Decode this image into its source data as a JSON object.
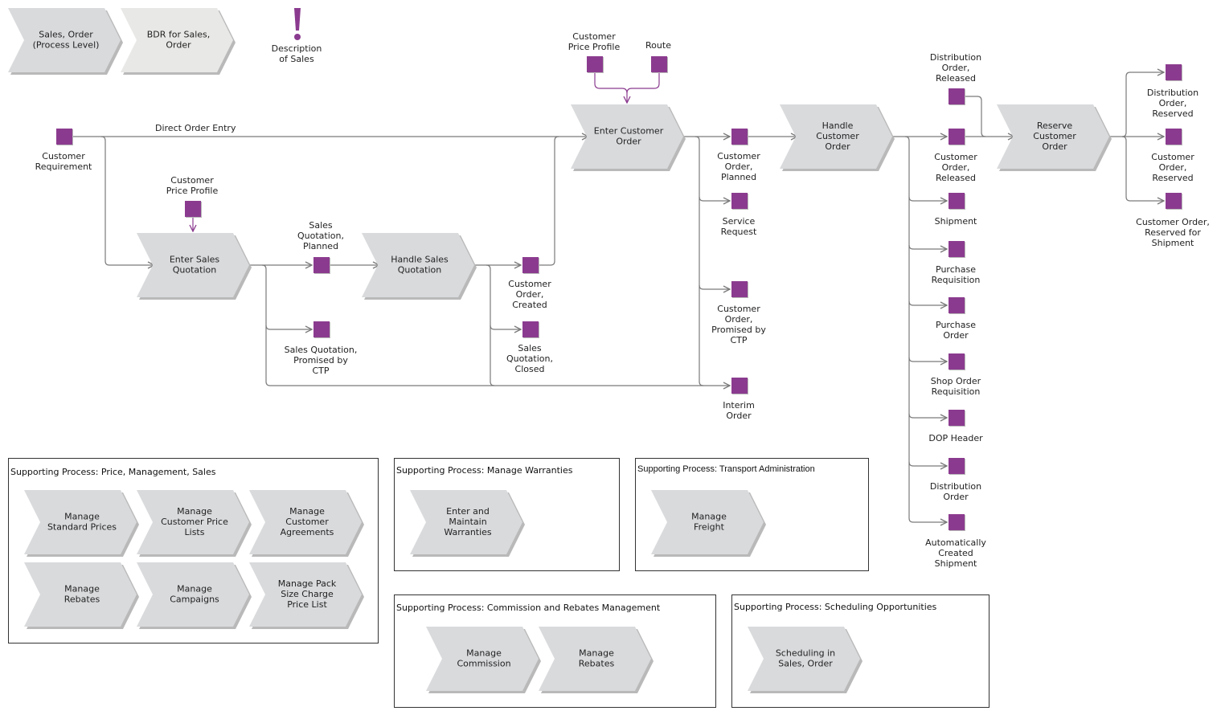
{
  "legend": {
    "process_level": [
      "Sales, Order",
      "(Process Level)"
    ],
    "bdr": [
      "BDR for Sales,",
      "Order"
    ],
    "description": [
      "Description",
      "of Sales"
    ]
  },
  "functions": {
    "enter_customer_order": [
      "Enter Customer",
      "Order"
    ],
    "handle_customer_order": [
      "Handle",
      "Customer",
      "Order"
    ],
    "reserve_customer_order": [
      "Reserve",
      "Customer",
      "Order"
    ],
    "enter_sales_quotation": [
      "Enter Sales",
      "Quotation"
    ],
    "handle_sales_quotation": [
      "Handle Sales",
      "Quotation"
    ]
  },
  "flow": {
    "direct_order_entry": "Direct Order Entry"
  },
  "events": {
    "customer_requirement": [
      "Customer",
      "Requirement"
    ],
    "customer_price_profile_top": [
      "Customer",
      "Price Profile"
    ],
    "route": [
      "Route"
    ],
    "customer_price_profile_left": [
      "Customer",
      "Price Profile"
    ],
    "sales_quotation_planned": [
      "Sales",
      "Quotation,",
      "Planned"
    ],
    "sales_quotation_promised": [
      "Sales Quotation,",
      "Promised by",
      "CTP"
    ],
    "customer_order_created": [
      "Customer",
      "Order,",
      "Created"
    ],
    "sales_quotation_closed": [
      "Sales",
      "Quotation,",
      "Closed"
    ],
    "customer_order_planned": [
      "Customer",
      "Order,",
      "Planned"
    ],
    "service_request": [
      "Service",
      "Request"
    ],
    "customer_order_promised": [
      "Customer",
      "Order,",
      "Promised by",
      "CTP"
    ],
    "interim_order": [
      "Interim",
      "Order"
    ],
    "distribution_order_released": [
      "Distribution",
      "Order,",
      "Released"
    ],
    "customer_order_released": [
      "Customer",
      "Order,",
      "Released"
    ],
    "shipment": [
      "Shipment"
    ],
    "purchase_requisition": [
      "Purchase",
      "Requisition"
    ],
    "purchase_order": [
      "Purchase",
      "Order"
    ],
    "shop_order_requisition": [
      "Shop Order",
      "Requisition"
    ],
    "dop_header": [
      "DOP Header"
    ],
    "distribution_order": [
      "Distribution",
      "Order"
    ],
    "automatically_created_shipment": [
      "Automatically",
      "Created",
      "Shipment"
    ],
    "distribution_order_reserved": [
      "Distribution",
      "Order,",
      "Reserved"
    ],
    "customer_order_reserved": [
      "Customer",
      "Order,",
      "Reserved"
    ],
    "customer_order_reserved_shipment": [
      "Customer Order,",
      "Reserved for",
      "Shipment"
    ]
  },
  "supporting": {
    "price": {
      "title": "Supporting Process: Price, Management, Sales",
      "items": [
        [
          "Manage",
          "Standard Prices"
        ],
        [
          "Manage",
          "Customer Price",
          "Lists"
        ],
        [
          "Manage",
          "Customer",
          "Agreements"
        ],
        [
          "Manage",
          "Rebates"
        ],
        [
          "Manage",
          "Campaigns"
        ],
        [
          "Manage Pack",
          "Size Charge",
          "Price List"
        ]
      ]
    },
    "warranties": {
      "title": "Supporting Process: Manage Warranties",
      "items": [
        [
          "Enter and",
          "Maintain",
          "Warranties"
        ]
      ]
    },
    "transport": {
      "title": "Supporting Process: Transport Administration",
      "items": [
        [
          "Manage",
          "Freight"
        ]
      ]
    },
    "commission": {
      "title": "Supporting Process: Commission and Rebates Management",
      "items": [
        [
          "Manage",
          "Commission"
        ],
        [
          "Manage",
          "Rebates"
        ]
      ]
    },
    "scheduling": {
      "title": "Supporting Process: Scheduling Opportunities",
      "items": [
        [
          "Scheduling in",
          "Sales, Order"
        ]
      ]
    }
  },
  "colors": {
    "function_fill": "#d9dadc",
    "bdr_fill": "#e8e8e6",
    "shadow": "#b9b9b9",
    "event_fill": "#8b3b8f",
    "connector": "#7a7a7a"
  }
}
